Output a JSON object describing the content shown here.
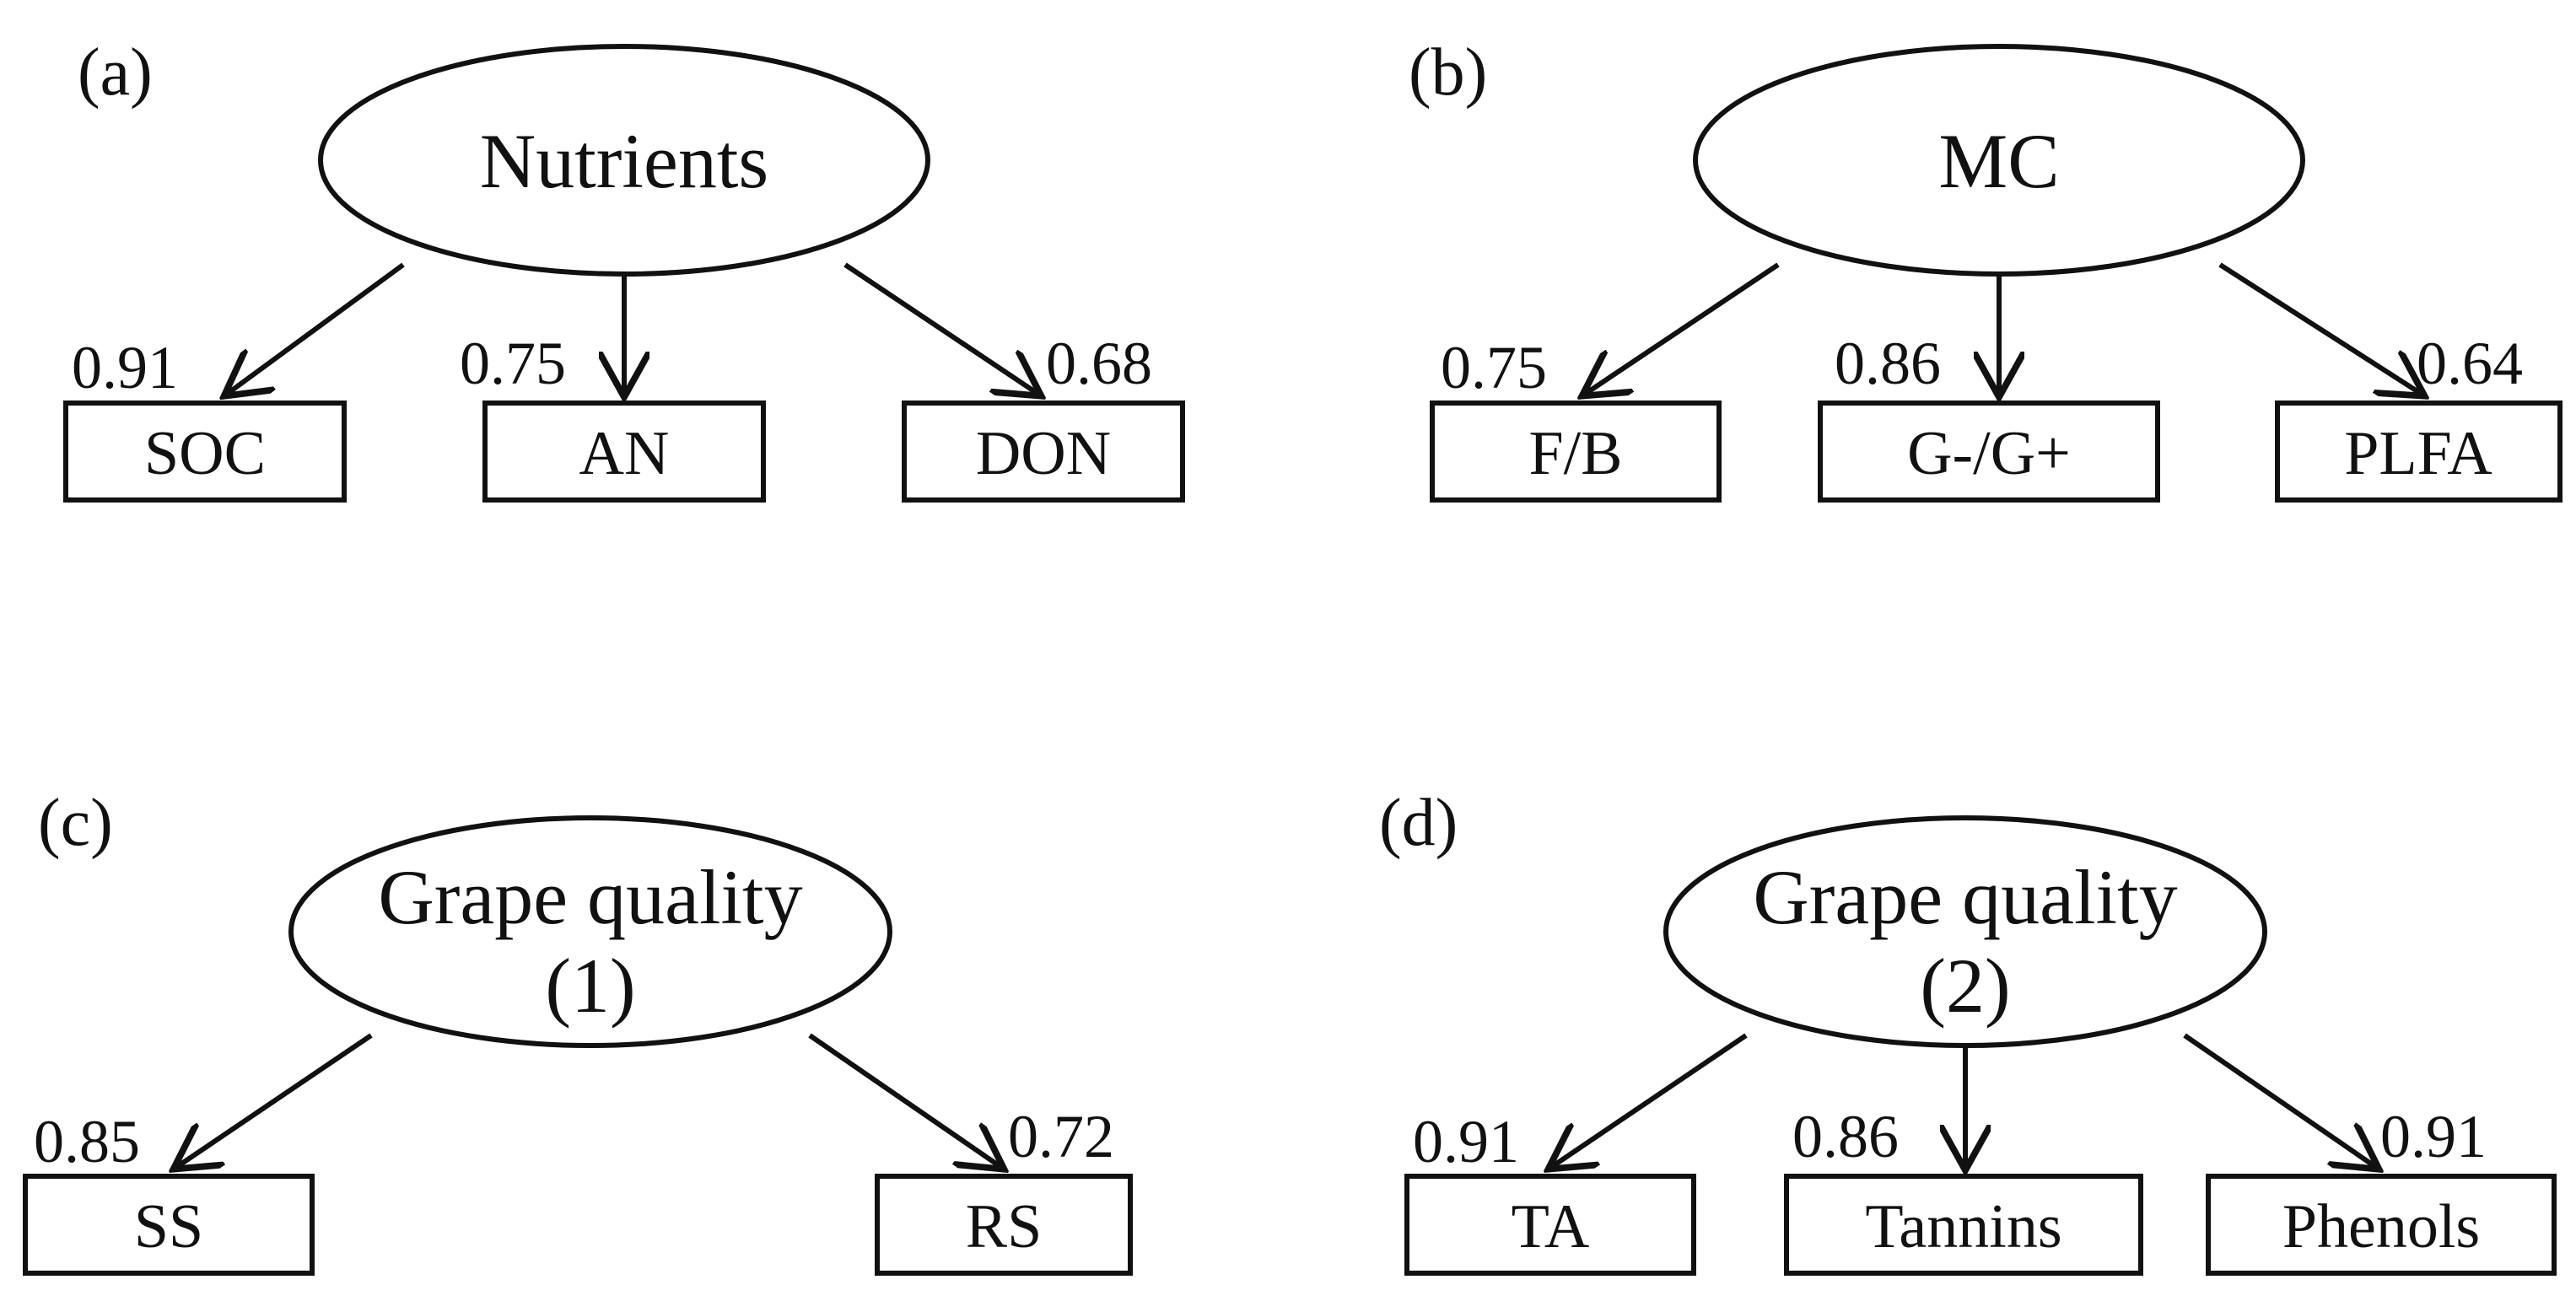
{
  "panels": [
    {
      "label": "(a)",
      "latent": [
        "Nutrients"
      ],
      "indicators": [
        {
          "name": "SOC",
          "loading": "0.91"
        },
        {
          "name": "AN",
          "loading": "0.75"
        },
        {
          "name": "DON",
          "loading": "0.68"
        }
      ]
    },
    {
      "label": "(b)",
      "latent": [
        "MC"
      ],
      "indicators": [
        {
          "name": "F/B",
          "loading": "0.75"
        },
        {
          "name": "G-/G+",
          "loading": "0.86"
        },
        {
          "name": "PLFA",
          "loading": "0.64"
        }
      ]
    },
    {
      "label": "(c)",
      "latent": [
        "Grape quality",
        "(1)"
      ],
      "indicators": [
        {
          "name": "SS",
          "loading": "0.85"
        },
        {
          "name": "RS",
          "loading": "0.72"
        }
      ]
    },
    {
      "label": "(d)",
      "latent": [
        "Grape quality",
        "(2)"
      ],
      "indicators": [
        {
          "name": "TA",
          "loading": "0.91"
        },
        {
          "name": "Tannins",
          "loading": "0.86"
        },
        {
          "name": "Phenols",
          "loading": "0.91"
        }
      ]
    }
  ],
  "colors": {
    "stroke": "#111111",
    "background": "#ffffff"
  }
}
